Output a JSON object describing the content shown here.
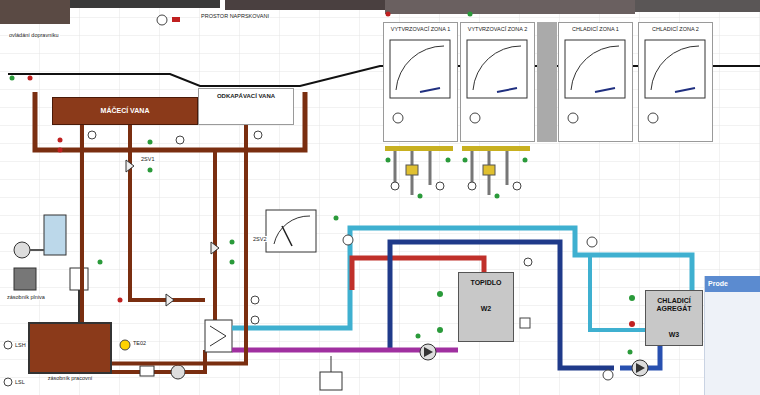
{
  "diagram": {
    "nodes": [
      {
        "text": [
          "MÁČECÍ VANA"
        ]
      },
      {
        "text": [
          "ODKAPÁVACÍ VANA"
        ]
      },
      {
        "text": [
          "VYTVRZOVACÍ ZONA 1"
        ]
      },
      {
        "text": [
          "VYTVRZOVACÍ ZONA 2"
        ]
      },
      {
        "text": [
          "CHLADICÍ ZONA 1"
        ]
      },
      {
        "text": [
          "CHLADICÍ ZONA 2"
        ]
      },
      {
        "text": [
          "TOPIDLO",
          "W2"
        ]
      },
      {
        "text": [
          "CHLADICÍ AGREGÁT",
          "W3"
        ]
      },
      {
        "text": [
          "zásobník pracovní"
        ]
      },
      {
        "text": [
          "Prode"
        ]
      }
    ],
    "edges": [
      {
        "from": 8,
        "to": 0,
        "arrow": "none"
      },
      {
        "from": 1,
        "to": 8,
        "arrow": "none"
      }
    ],
    "labels": [
      "PROSTOR NAPRSKOVANI",
      "ovládání dopravníku",
      "LSH",
      "LSL",
      "2SV1",
      "2SV2",
      "TE02",
      "zásobník plniva"
    ]
  }
}
